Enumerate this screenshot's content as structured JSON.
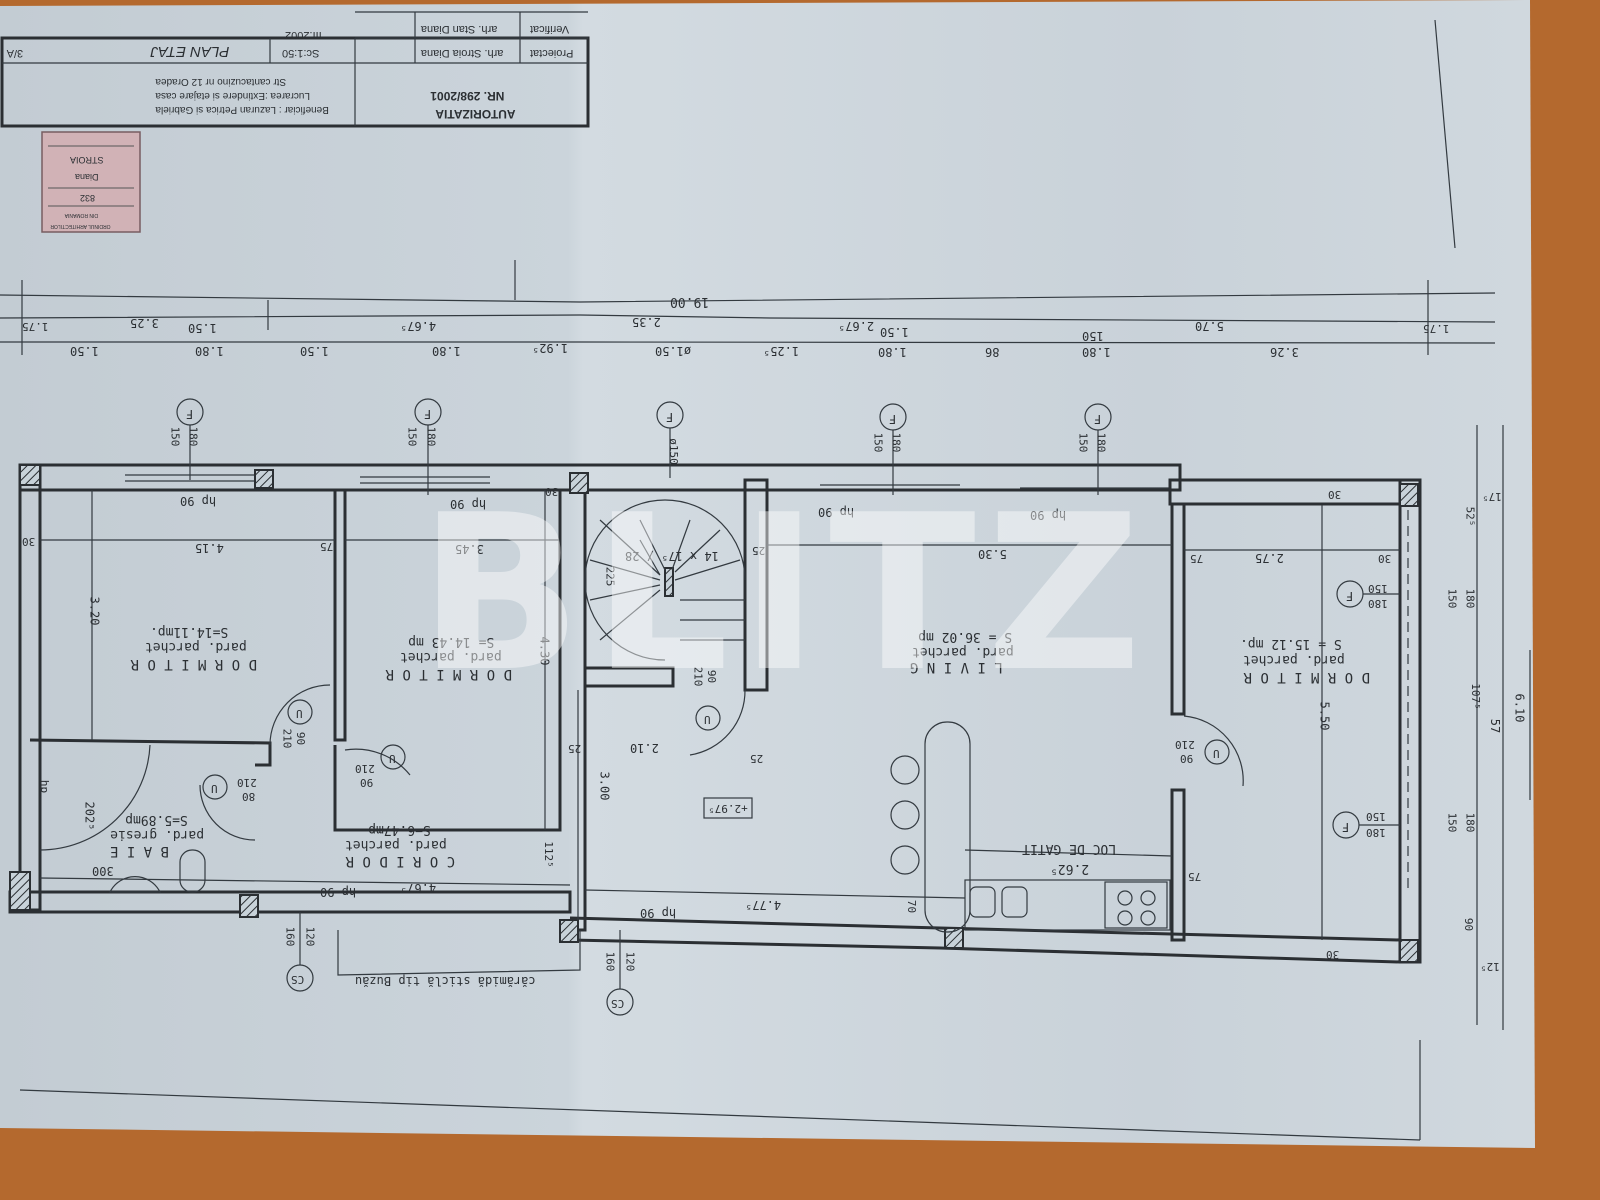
{
  "title_block": {
    "authorization": "AUTORIZATIA",
    "number": "NR. 298/2001",
    "beneficiary": "Beneficiar : Lazuran Petrica si Gabriela",
    "work": "Lucrarea :Extindere si etajare casa",
    "address": "Str cantacuzino nr 12 Oradea",
    "designed_label": "Proiectat",
    "designed_by": "arh. Stroia Diana",
    "verified_label": "Verificat",
    "verified_by": "arh. Stan Diana",
    "scale": "Sc:1:50",
    "date": "III.2002",
    "sheet_title": "PLAN ETAJ",
    "sheet_number": "3/A"
  },
  "stamp": {
    "line1": "ORDINUL ARHITECTILOR",
    "line2": "DIN ROMANIA",
    "number": "832",
    "first_name": "Diana",
    "last_name": "STROIA"
  },
  "watermark": "BLITZ",
  "top_dimensions": {
    "row1": [
      "19.00"
    ],
    "row2": [
      "1.75",
      "3.25",
      "1.50",
      "4.67⁵",
      "2.35",
      "2.67⁵",
      "1.50",
      "5.70",
      "1.75"
    ],
    "row3": [
      "1.50",
      "1.80",
      "1.50",
      "1.80",
      "1.92⁵",
      "ø1.50",
      "1.25⁵",
      "1.80",
      "86",
      "1.80",
      "150",
      "3.26"
    ]
  },
  "rooms": [
    {
      "name": "D O R M I T O R",
      "floor": "pard. parchet",
      "area": "S=14.11mp."
    },
    {
      "name": "D O R M I T O R",
      "floor": "pard. parchet",
      "area": "S= 14.43 mp"
    },
    {
      "name": "L I V I N G",
      "floor": "pard. parchet",
      "area": "S = 36.02 mp"
    },
    {
      "name": "D O R M I T O R",
      "floor": "pard. parchet",
      "area": "S = 15.12 mp."
    },
    {
      "name": "C O R I D O R",
      "floor": "pard. parchet",
      "area": "S=6.47mp"
    },
    {
      "name": "B A I E",
      "floor": "pard. gresie",
      "area": "S=5.89mp"
    }
  ],
  "kitchen_label": "LOC DE GATIT",
  "windows": [
    {
      "mark": "F",
      "w": "150",
      "h": "180"
    },
    {
      "mark": "F",
      "w": "150",
      "h": "180"
    },
    {
      "mark": "F",
      "w": "ø150",
      "h": ""
    },
    {
      "mark": "F",
      "w": "150",
      "h": "180"
    },
    {
      "mark": "F",
      "w": "150",
      "h": "180"
    },
    {
      "mark": "F",
      "w": "150",
      "h": "180"
    },
    {
      "mark": "F",
      "w": "150",
      "h": "180"
    }
  ],
  "glass_walls": [
    {
      "mark": "CS",
      "w": "160",
      "h": "120"
    },
    {
      "mark": "CS",
      "w": "160",
      "h": "120"
    }
  ],
  "doors": [
    {
      "mark": "U",
      "w": "90",
      "h": "210"
    },
    {
      "mark": "U",
      "w": "90",
      "h": "210"
    },
    {
      "mark": "U",
      "w": "80",
      "h": "210"
    },
    {
      "mark": "U",
      "w": "90",
      "h": "210"
    },
    {
      "mark": "U",
      "w": "90",
      "h": "210"
    }
  ],
  "interior_dims": {
    "hp90": "hp 90",
    "d415": "4.15",
    "d345": "3.45",
    "d530": "5.30",
    "d275": "2.75",
    "d320": "3.20",
    "d430": "4.30",
    "d550": "5.50",
    "d300": "3.00",
    "d210": "2.10",
    "d4675": "4.67⁵",
    "d4775": "4.77⁵",
    "d2625": "2.62⁵",
    "d2025": "202⁵",
    "d300b": "300",
    "d225": "225",
    "d25": "25",
    "d30": "30",
    "d75": "75",
    "d1125": "112⁵",
    "d70": "70",
    "stairs": "14 x 17⁵ / 28",
    "level": "+2.97⁵",
    "hp": "hp"
  },
  "glass_note": "cărămidă sticlă tip Buzău",
  "right_dims": [
    "6.10",
    "57",
    "17⁵",
    "52⁵",
    "180",
    "150",
    "107⁵",
    "180",
    "150",
    "90",
    "12⁵"
  ],
  "colors": {
    "paper": "#c8d2d9",
    "ink": "#2b2f33",
    "wood": "#b4692e",
    "stamp": "#d9a6a8"
  }
}
